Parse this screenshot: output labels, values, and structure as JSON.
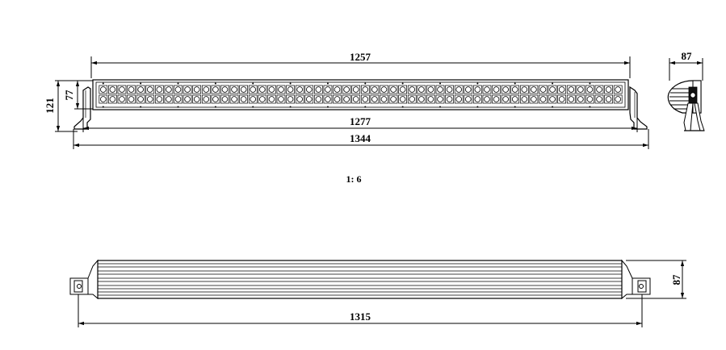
{
  "scale": "1: 6",
  "front_view": {
    "dims": {
      "housing_length": "1257",
      "inner_length": "1277",
      "total_length": "1344",
      "total_height": "121",
      "housing_height": "77"
    },
    "led_columns": 56,
    "led_rows": 2
  },
  "side_view": {
    "dims": {
      "depth": "87"
    }
  },
  "top_view": {
    "dims": {
      "length": "1315",
      "depth": "87"
    }
  }
}
